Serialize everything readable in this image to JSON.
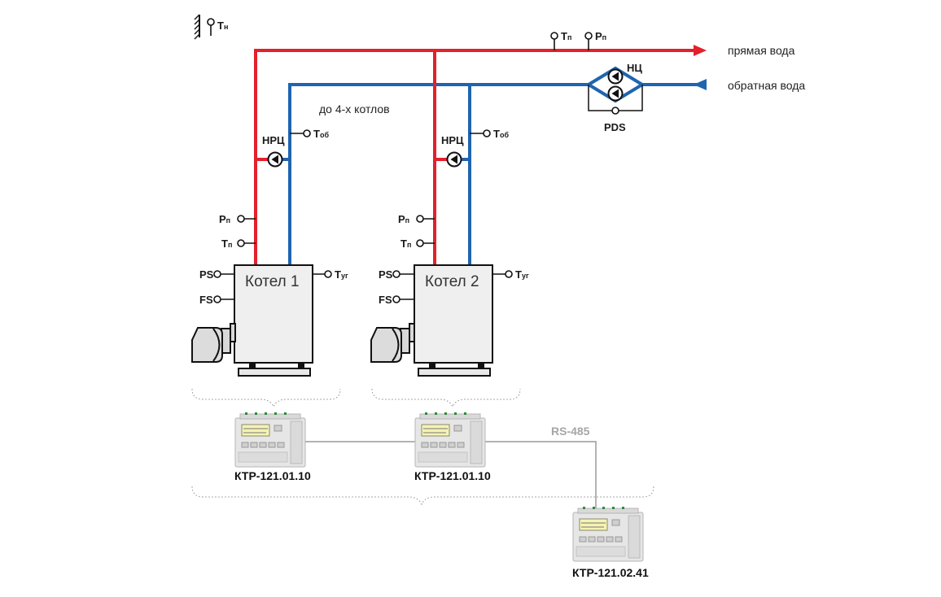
{
  "outdoor_sensor": {
    "main": "T",
    "sub": "н"
  },
  "supply_line": {
    "label": "прямая вода",
    "color": "#e3202b"
  },
  "return_line": {
    "label": "обратная вода",
    "color": "#1f64b0"
  },
  "header_sensors": {
    "temp": {
      "main": "T",
      "sub": "п"
    },
    "pressure": {
      "main": "P",
      "sub": "п"
    }
  },
  "network_pump": {
    "label": "НЦ",
    "pds_label": "PDS"
  },
  "boilers_note": "до 4-х котлов",
  "boilers": [
    {
      "title": "Котел 1",
      "recirc_pump": "НРЦ",
      "return_temp": {
        "main": "T",
        "sub": "об"
      },
      "pressure": {
        "main": "P",
        "sub": "п"
      },
      "temp": {
        "main": "T",
        "sub": "п"
      },
      "ps": "PS",
      "fs": "FS",
      "flue_temp": {
        "main": "T",
        "sub": "уг"
      }
    },
    {
      "title": "Котел 2",
      "recirc_pump": "НРЦ",
      "return_temp": {
        "main": "T",
        "sub": "об"
      },
      "pressure": {
        "main": "P",
        "sub": "п"
      },
      "temp": {
        "main": "T",
        "sub": "п"
      },
      "ps": "PS",
      "fs": "FS",
      "flue_temp": {
        "main": "T",
        "sub": "уг"
      }
    }
  ],
  "controllers": [
    {
      "model": "КТР-121.01.10"
    },
    {
      "model": "КТР-121.01.10"
    },
    {
      "model": "КТР-121.02.41"
    }
  ],
  "bus_label": "RS-485"
}
